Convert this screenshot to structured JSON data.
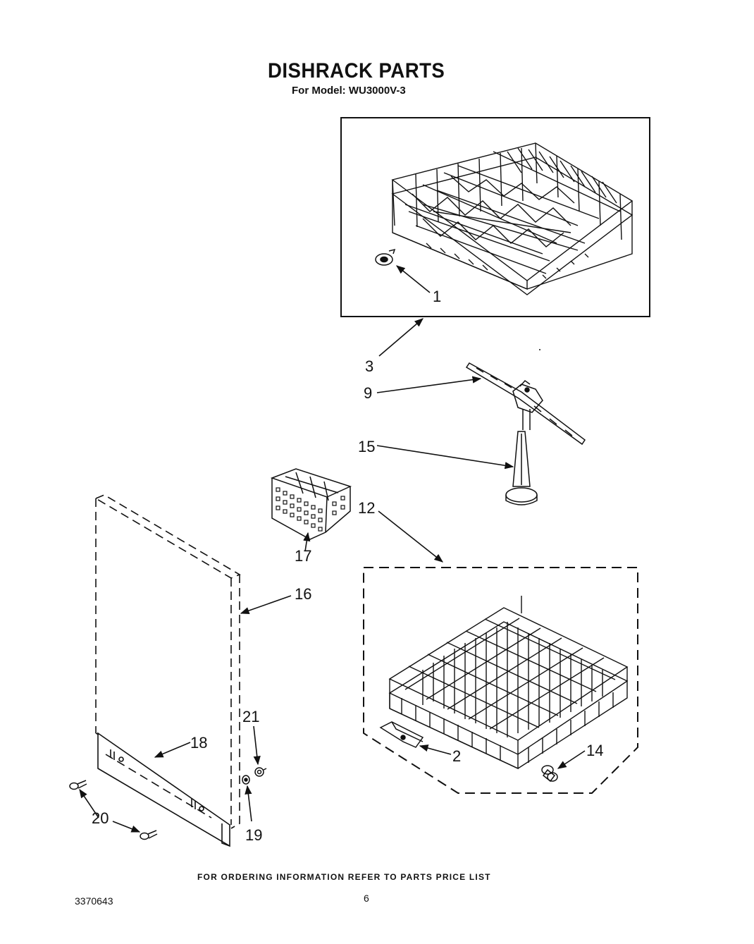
{
  "header": {
    "title": "DISHRACK PARTS",
    "model_line": "For Model: WU3000V-3"
  },
  "callouts": {
    "c1": "1",
    "c2": "2",
    "c3": "3",
    "c9": "9",
    "c12": "12",
    "c14": "14",
    "c15": "15",
    "c16": "16",
    "c17": "17",
    "c18": "18",
    "c19": "19",
    "c20": "20",
    "c21": "21"
  },
  "footer": {
    "ordering_note": "FOR ORDERING INFORMATION REFER TO PARTS PRICE LIST",
    "document_number": "3370643",
    "page_number": "6"
  },
  "colors": {
    "ink": "#111111",
    "paper": "#ffffff"
  }
}
